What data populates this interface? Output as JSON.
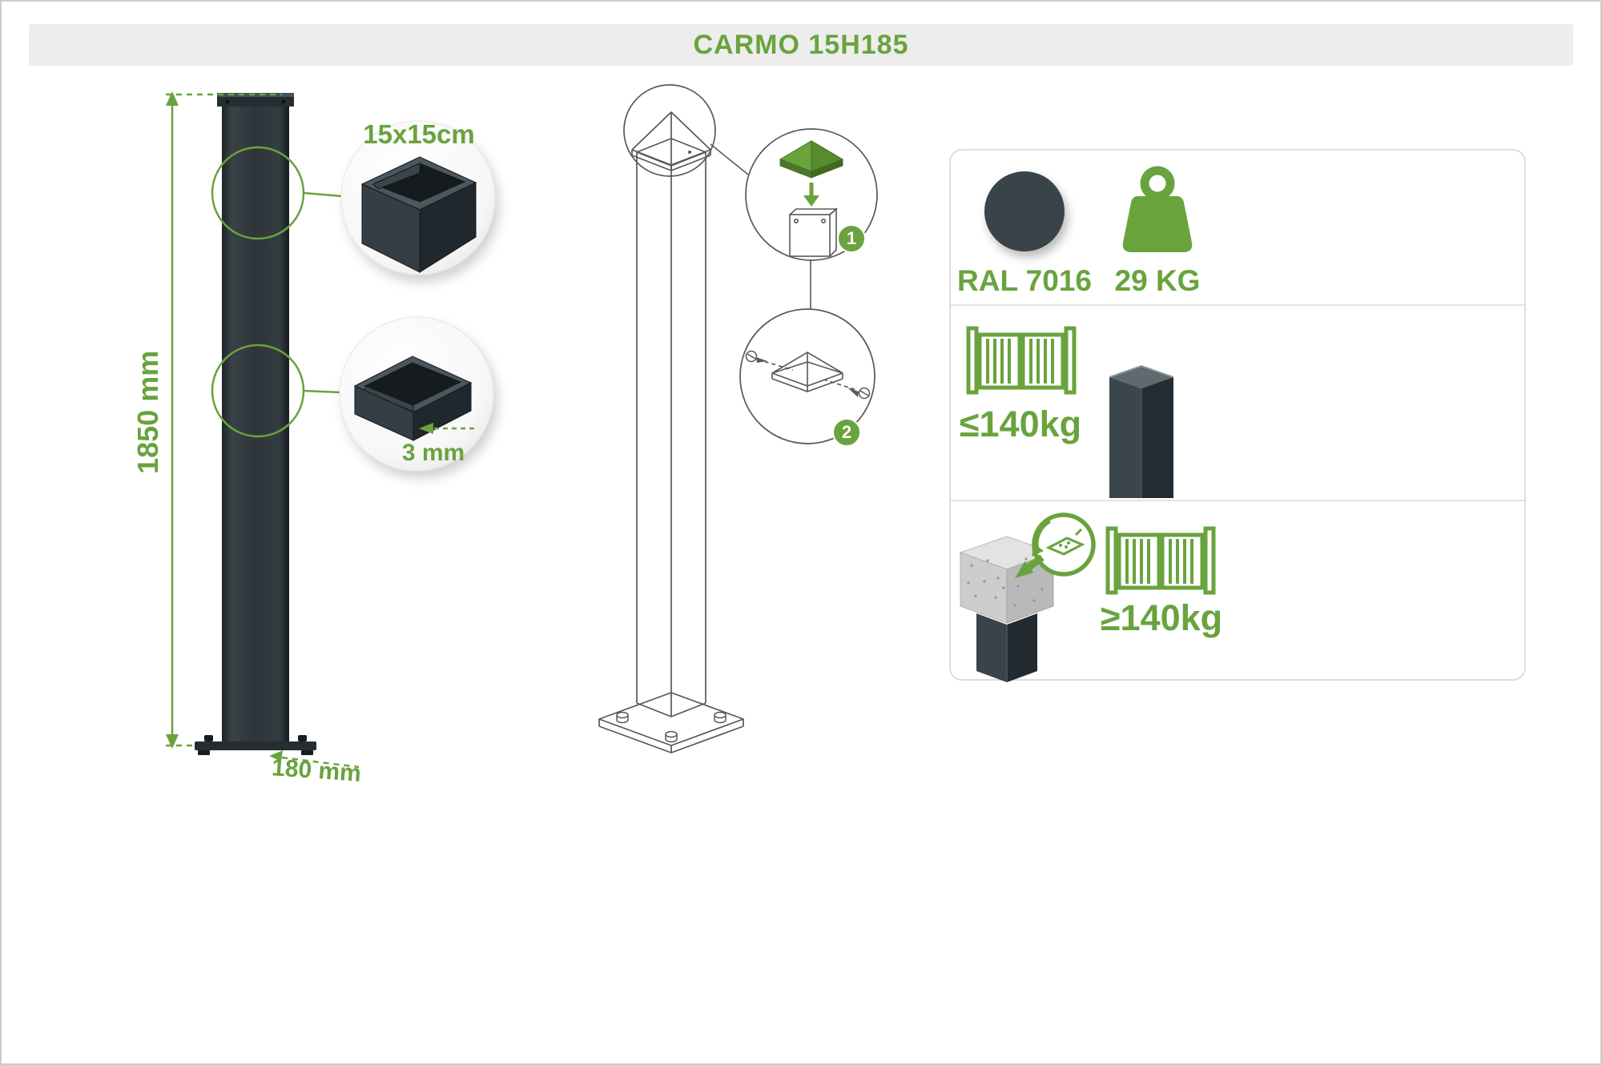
{
  "header": {
    "title": "CARMO 15H185"
  },
  "diagram": {
    "height_label": "1850 mm",
    "base_width_label": "180 mm",
    "profile_size_label": "15x15cm",
    "wall_thickness_label": "3 mm"
  },
  "assembly_steps": {
    "step_1": "1",
    "step_2": "2"
  },
  "specs": {
    "color_code": "RAL 7016",
    "weight": "29 KG",
    "gate_weight_light": "≤140kg",
    "gate_weight_heavy": "≥140kg"
  },
  "colors": {
    "accent_green": "#69a33d",
    "anthracite": "#39434a",
    "header_background": "#ededed"
  },
  "icons": {
    "color_swatch": "round swatch filled with RAL 7016 anthracite",
    "weight_icon": "kettlebell weight",
    "gate_icon": "double leaf gate outline",
    "post_icon": "square post 3d view",
    "concrete_icon": "post set in concrete footing with mixing symbol"
  }
}
